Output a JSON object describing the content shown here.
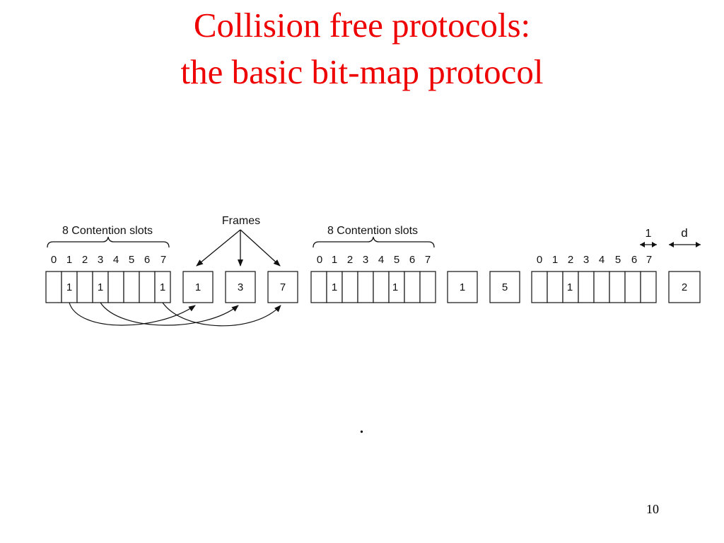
{
  "title": {
    "line1": "Collision free protocols:",
    "line2": "the basic bit-map protocol"
  },
  "diagram": {
    "frames_label": "Frames",
    "groups": [
      {
        "label": "8 Contention slots",
        "slot_numbers": [
          "0",
          "1",
          "2",
          "3",
          "4",
          "5",
          "6",
          "7"
        ],
        "slot_values": [
          "",
          "1",
          "",
          "1",
          "",
          "",
          "",
          "1"
        ],
        "frames": [
          "1",
          "3",
          "7"
        ]
      },
      {
        "label": "8 Contention slots",
        "slot_numbers": [
          "0",
          "1",
          "2",
          "3",
          "4",
          "5",
          "6",
          "7"
        ],
        "slot_values": [
          "",
          "1",
          "",
          "",
          "1",
          "",
          "",
          ""
        ],
        "frames": [
          "1",
          "5"
        ]
      },
      {
        "label": "",
        "slot_numbers": [
          "0",
          "1",
          "2",
          "3",
          "4",
          "5",
          "6",
          "7"
        ],
        "slot_values": [
          "",
          "",
          "1",
          "",
          "",
          "",
          "",
          ""
        ],
        "frames": [
          "2"
        ]
      }
    ],
    "dimension_slot_label": "1",
    "dimension_frame_label": "d"
  },
  "footer": {
    "dot": ".",
    "page_number": "10"
  }
}
